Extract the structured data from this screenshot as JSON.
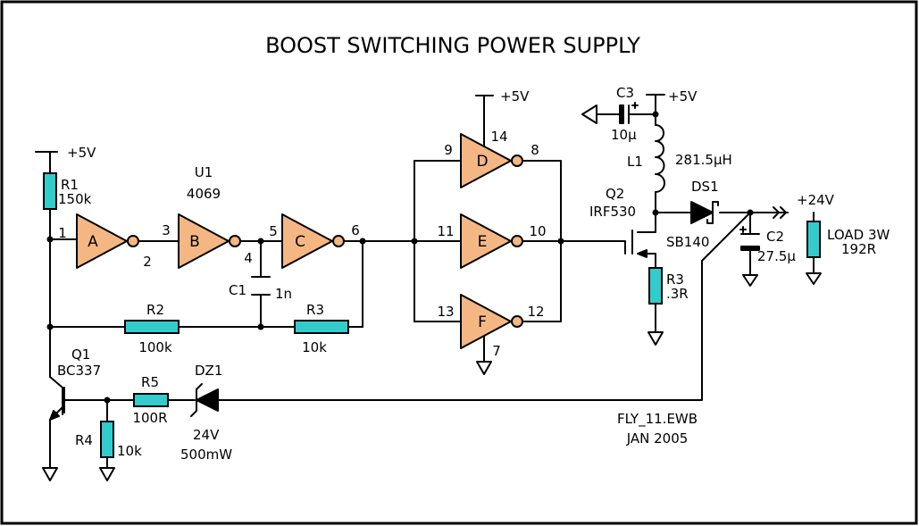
{
  "title": "BOOST SWITCHING POWER SUPPLY",
  "supply_label": "+5V",
  "output_label": "+24V",
  "file_name": "FLY_11.EWB",
  "file_date": "JAN 2005",
  "ic": {
    "ref": "U1",
    "part": "4069"
  },
  "gates": {
    "a": {
      "name": "A",
      "pin_in": "1",
      "pin_out": "2"
    },
    "b": {
      "name": "B",
      "pin_in": "3",
      "pin_out": "4"
    },
    "c": {
      "name": "C",
      "pin_in": "5",
      "pin_out": "6"
    },
    "d": {
      "name": "D",
      "pin_in": "9",
      "pin_out": "8",
      "pin_vcc": "14"
    },
    "e": {
      "name": "E",
      "pin_in": "11",
      "pin_out": "10"
    },
    "f": {
      "name": "F",
      "pin_in": "13",
      "pin_out": "12",
      "pin_gnd": "7"
    }
  },
  "components": {
    "r1": {
      "ref": "R1",
      "value": "150k"
    },
    "r2": {
      "ref": "R2",
      "value": "100k"
    },
    "r3a": {
      "ref": "R3",
      "value": "10k"
    },
    "r3b": {
      "ref": "R3",
      "value": ".3R"
    },
    "r4": {
      "ref": "R4",
      "value": "10k"
    },
    "r5": {
      "ref": "R5",
      "value": "100R"
    },
    "c1": {
      "ref": "C1",
      "value": "1n"
    },
    "c2": {
      "ref": "C2",
      "value": "27.5μ"
    },
    "c3": {
      "ref": "C3",
      "value": "10μ"
    },
    "l1": {
      "ref": "L1",
      "value": "281.5μH"
    },
    "q1": {
      "ref": "Q1",
      "part": "BC337"
    },
    "q2": {
      "ref": "Q2",
      "part": "IRF530"
    },
    "ds1": {
      "ref": "DS1",
      "part": "SB140"
    },
    "dz1": {
      "ref": "DZ1",
      "voltage": "24V",
      "power": "500mW"
    },
    "load": {
      "label": "LOAD 3W",
      "value": "192R"
    }
  },
  "colors": {
    "gate_fill": "#f4b784",
    "resistor_fill": "#33cccc",
    "wire": "#000000"
  }
}
